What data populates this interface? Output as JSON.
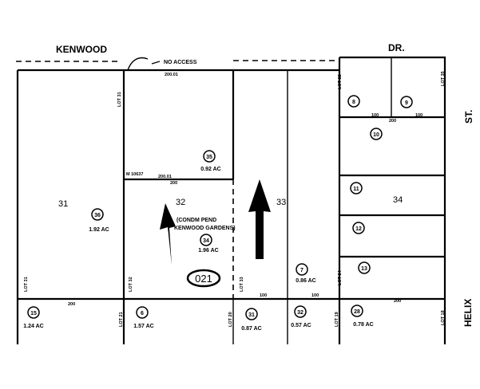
{
  "streets": {
    "top_left": "KENWOOD",
    "top_right": "DR.",
    "right_top": "ST.",
    "right_bottom": "HELIX"
  },
  "annotations": {
    "no_access": "NO ACCESS",
    "condo_line1": "(CONDM PEND",
    "condo_line2": "KENWOOD GARDENS)",
    "map_ref": "M 10637",
    "page_number": "021"
  },
  "lots": {
    "l31": "31",
    "l32": "32",
    "l33": "33",
    "l34": "34"
  },
  "lot_side_labels": [
    "LOT 31",
    "LOT 31",
    "LOT 32",
    "LOT 33",
    "LOT 32",
    "LOT 34",
    "LOT 21",
    "LOT 20",
    "LOT 19",
    "LOT 18",
    "LOT 35"
  ],
  "parcels": [
    {
      "num": "8",
      "area": ""
    },
    {
      "num": "9",
      "area": ""
    },
    {
      "num": "10",
      "area": ""
    },
    {
      "num": "11",
      "area": ""
    },
    {
      "num": "12",
      "area": ""
    },
    {
      "num": "13",
      "area": ""
    },
    {
      "num": "35",
      "area": "0.92 AC"
    },
    {
      "num": "36",
      "area": "1.92 AC"
    },
    {
      "num": "34",
      "area": "1.96 AC"
    },
    {
      "num": "7",
      "area": "0.86 AC"
    },
    {
      "num": "15",
      "area": "1.24 AC"
    },
    {
      "num": "6",
      "area": "1.57 AC"
    },
    {
      "num": "31",
      "area": "0.87 AC"
    },
    {
      "num": "32",
      "area": "0.57 AC"
    },
    {
      "num": "28",
      "area": "0.78 AC"
    }
  ],
  "dimensions": {
    "d1": "200",
    "d2": "200",
    "d3": "100",
    "d4": "100",
    "d5": "200",
    "d6": "100",
    "d7": "100",
    "d8": "200",
    "d9": "200.01",
    "d10": "200.01"
  }
}
